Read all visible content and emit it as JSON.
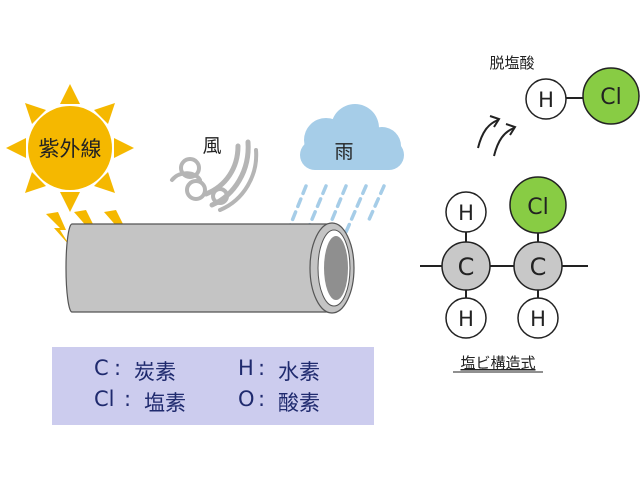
{
  "labels": {
    "uv": "紫外線",
    "wind": "風",
    "rain": "雨",
    "dehydrochlorination": "脱塩酸",
    "pvc_structure": "塩ビ構造式"
  },
  "atoms": {
    "H": "H",
    "Cl": "Cl",
    "C": "C"
  },
  "legend": [
    {
      "symbol": "C",
      "name": "炭素"
    },
    {
      "symbol": "H",
      "name": "水素"
    },
    {
      "symbol": "Cl",
      "name": "塩素"
    },
    {
      "symbol": "O",
      "name": "酸素"
    }
  ],
  "colors": {
    "sun": "#f5b800",
    "lightning": "#f5b800",
    "cloud": "#a6cde8",
    "rain": "#a6cde8",
    "wind": "#b5b5b5",
    "pipe": "#c4c4c4",
    "carbon": "#c8c8c8",
    "chlorine": "#88cc44",
    "hydrogen": "#ffffff",
    "legend_bg": "#ccccee",
    "legend_text": "#1f2a6e"
  }
}
